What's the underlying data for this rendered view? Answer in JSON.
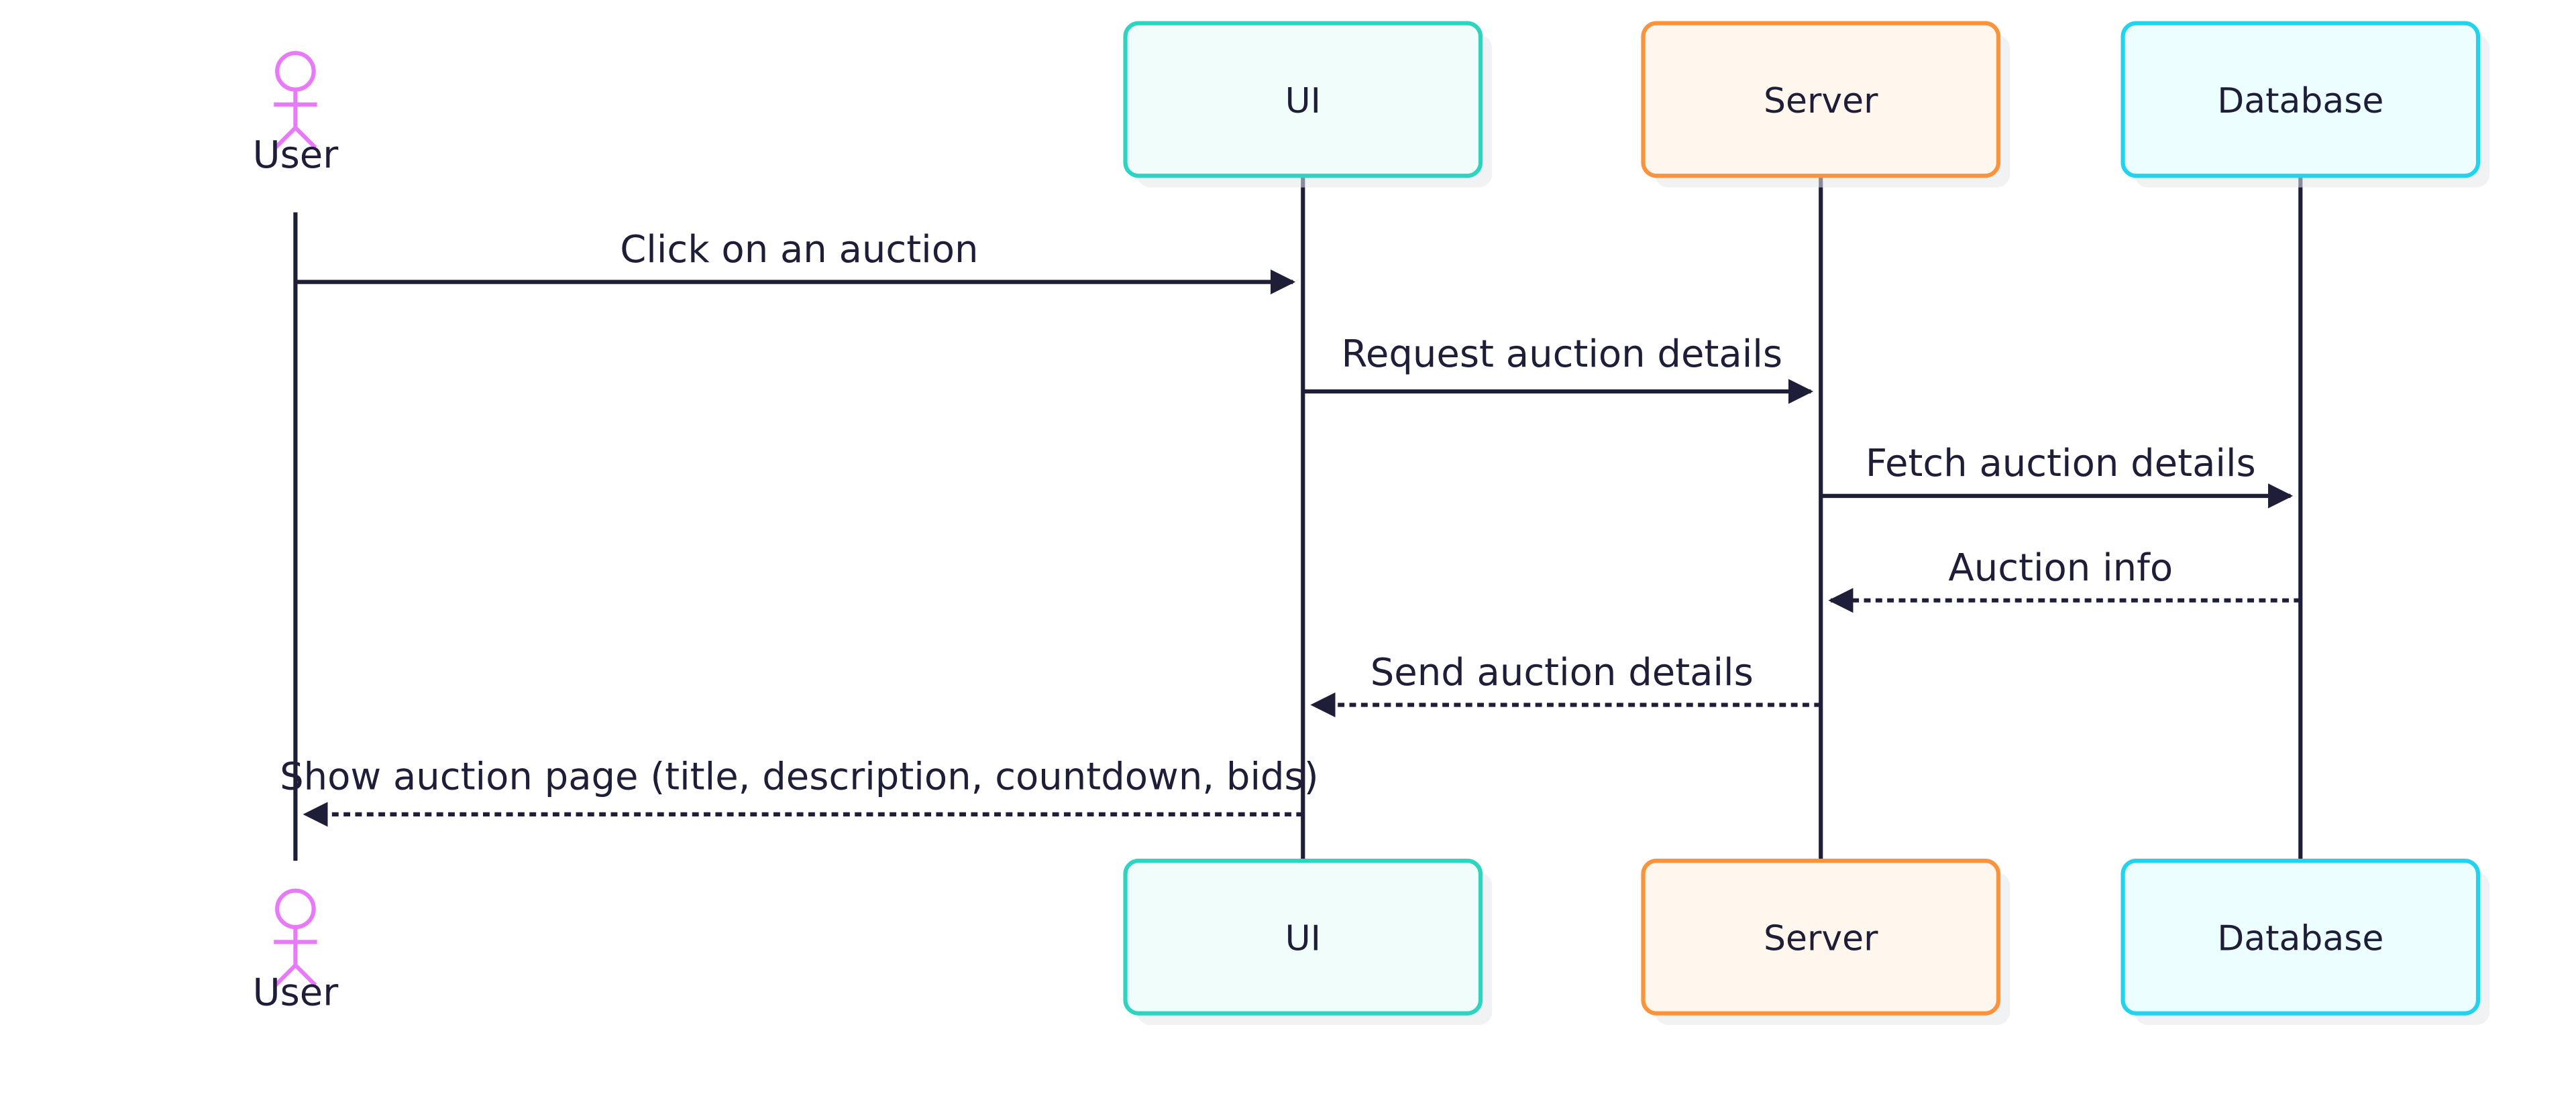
{
  "participants": [
    {
      "id": "user",
      "kind": "actor",
      "label": "User",
      "color": "#e879f9"
    },
    {
      "id": "ui",
      "kind": "box",
      "label": "UI",
      "stroke": "#2dd4bf",
      "fill": "#f0fdfa"
    },
    {
      "id": "server",
      "kind": "box",
      "label": "Server",
      "stroke": "#fb923c",
      "fill": "#fff7ed"
    },
    {
      "id": "database",
      "kind": "box",
      "label": "Database",
      "stroke": "#22d3ee",
      "fill": "#ecfeff"
    }
  ],
  "messages": [
    {
      "from": "user",
      "to": "ui",
      "label": "Click on an auction",
      "style": "solid"
    },
    {
      "from": "ui",
      "to": "server",
      "label": "Request auction details",
      "style": "solid"
    },
    {
      "from": "server",
      "to": "database",
      "label": "Fetch auction details",
      "style": "solid"
    },
    {
      "from": "database",
      "to": "server",
      "label": "Auction info",
      "style": "dashed"
    },
    {
      "from": "server",
      "to": "ui",
      "label": "Send auction details",
      "style": "dashed"
    },
    {
      "from": "ui",
      "to": "user",
      "label": "Show auction page (title, description, countdown, bids)",
      "style": "dashed"
    }
  ],
  "colors": {
    "line": "#1e1e38",
    "shadow": "#e5e7eb"
  }
}
